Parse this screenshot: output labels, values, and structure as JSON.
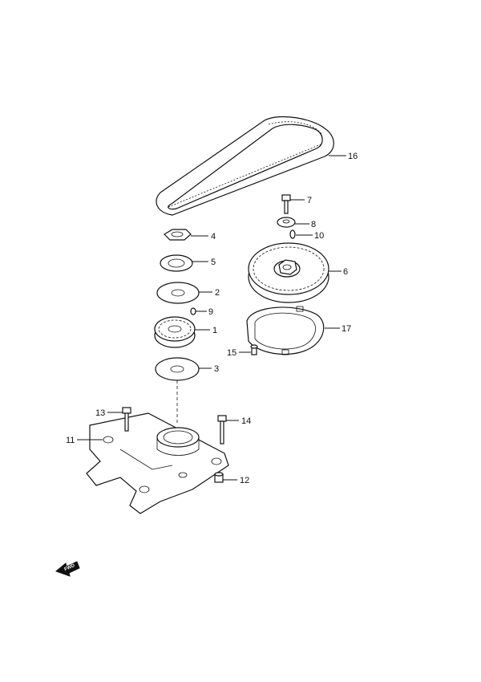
{
  "callouts": {
    "c1": "1",
    "c2": "2",
    "c3": "3",
    "c4": "4",
    "c5": "5",
    "c6": "6",
    "c7": "7",
    "c8": "8",
    "c9": "9",
    "c10": "10",
    "c11": "11",
    "c12": "12",
    "c13": "13",
    "c14": "14",
    "c15": "15",
    "c16": "16",
    "c17": "17"
  },
  "fwd_arrow": {
    "label": "FWD"
  },
  "icons": {
    "belt": "timing-belt-icon",
    "gear": "pulley-gear-icon",
    "bracket": "mounting-bracket-icon"
  }
}
